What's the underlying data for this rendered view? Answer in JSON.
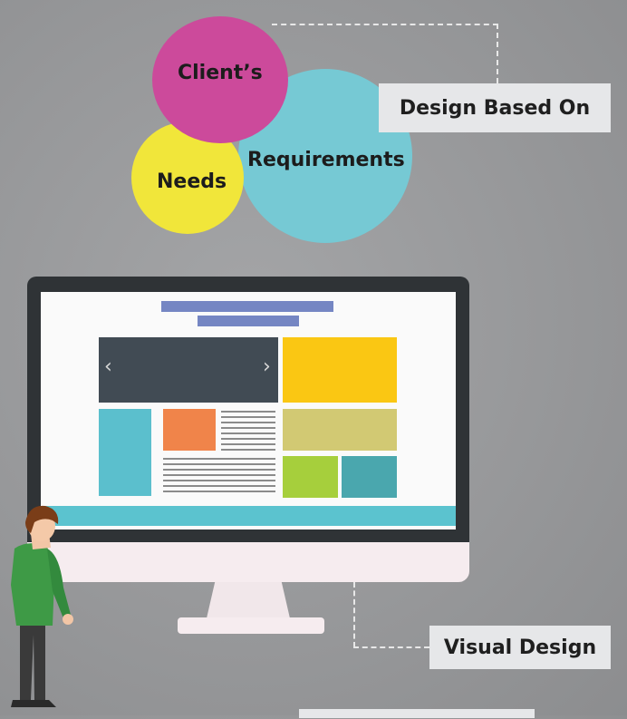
{
  "circles": {
    "client": "Client’s",
    "requirements": "Requirements",
    "needs": "Needs"
  },
  "labels": {
    "design_based_on": "Design Based On",
    "visual_design": "Visual Design"
  },
  "screen": {
    "slider_prev": "‹",
    "slider_next": "›"
  },
  "colors": {
    "client": "#cc4a9b",
    "requirements": "#76c9d4",
    "needs": "#f1e63a"
  }
}
